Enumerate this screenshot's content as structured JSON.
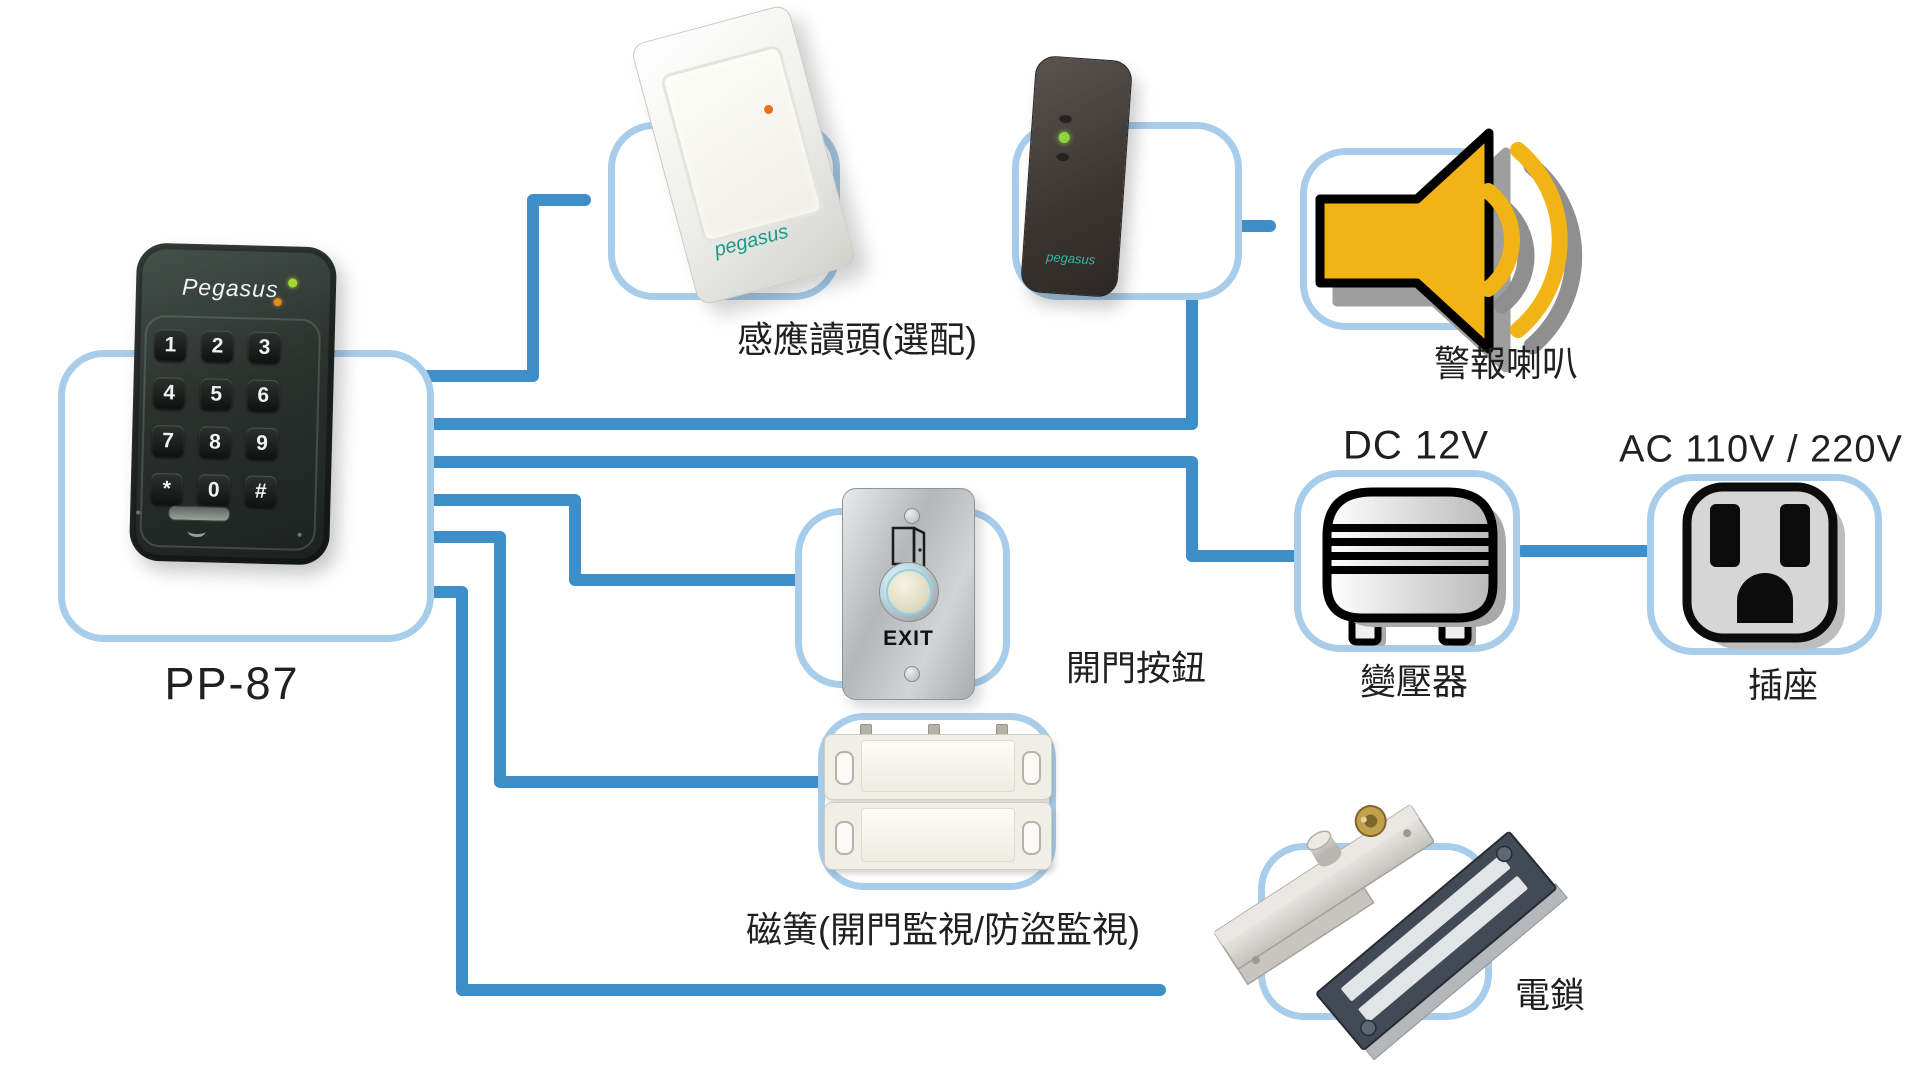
{
  "diagram": {
    "model_label": "PP-87",
    "colors": {
      "wire_blue": "#3e8ec9",
      "box_outline_blue": "#a8cdea",
      "speaker_yellow": "#f2b415",
      "led_green": "#a6d830",
      "led_orange": "#df8c1e",
      "brand_teal": "#169a88"
    },
    "icons": {
      "alarm": "speaker-horn-with-sound-waves",
      "transformer": "striped-transformer-with-legs",
      "outlet": "us-power-outlet-face",
      "exit_door": "open-door-pictogram",
      "lock": "bolt-lock-and-magnetic-lock"
    },
    "keypad": {
      "brand": "Pegasus",
      "keys": [
        "1",
        "2",
        "3",
        "4",
        "5",
        "6",
        "7",
        "8",
        "9",
        "*",
        "0",
        "#"
      ]
    },
    "readers": {
      "label": "感應讀頭(選配)",
      "white_reader_brand": "pegasus",
      "dark_reader_brand": "pegasus"
    },
    "alarm": {
      "label": "警報喇叭"
    },
    "power": {
      "dc_label": "DC 12V",
      "transformer_label": "變壓器",
      "ac_label": "AC 110V / 220V",
      "outlet_label": "插座"
    },
    "exit_button": {
      "label": "開門按鈕",
      "button_text": "EXIT"
    },
    "reed_switch": {
      "label": "磁簧(開門監視/防盜監視)"
    },
    "lock": {
      "label": "電鎖"
    }
  }
}
